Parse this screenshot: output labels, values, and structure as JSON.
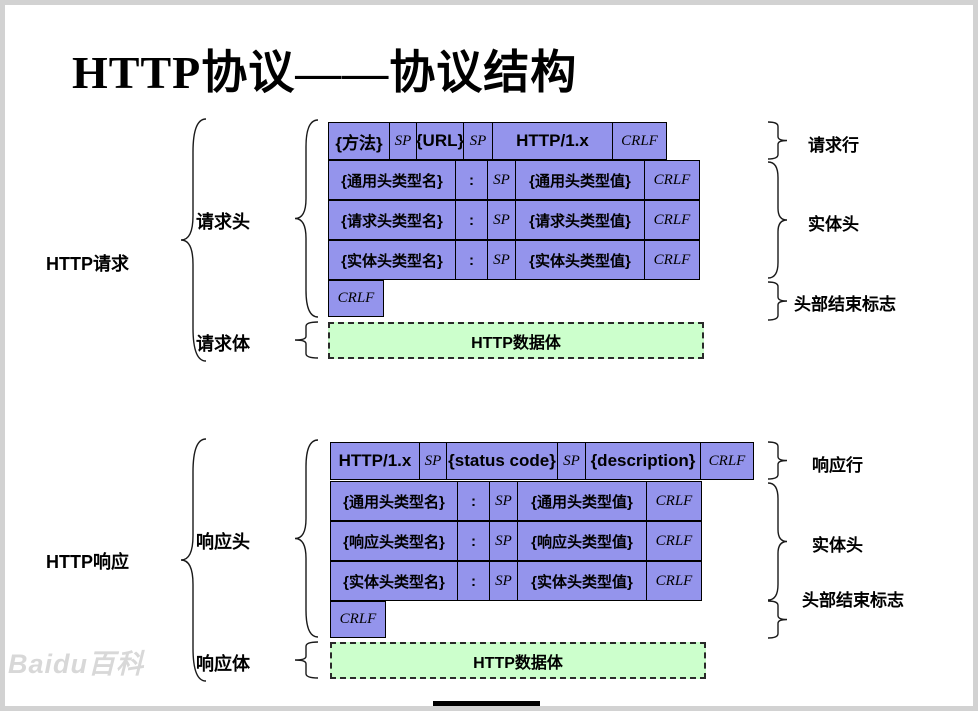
{
  "title": "HTTP协议——协议结构",
  "watermark": "Baidu百科",
  "colors": {
    "cell_fill": "#9494ec",
    "data_body_fill": "#ccffcc"
  },
  "request": {
    "section_label": "HTTP请求",
    "header_group_label": "请求头",
    "body_group_label": "请求体",
    "start_line": [
      "{方法}",
      "SP",
      "{URL}",
      "SP",
      "HTTP/1.x",
      "CRLF"
    ],
    "header_rows": [
      [
        "{通用头类型名}",
        ":",
        "SP",
        "{通用头类型值}",
        "CRLF"
      ],
      [
        "{请求头类型名}",
        ":",
        "SP",
        "{请求头类型值}",
        "CRLF"
      ],
      [
        "{实体头类型名}",
        ":",
        "SP",
        "{实体头类型值}",
        "CRLF"
      ]
    ],
    "end_marker": "CRLF",
    "body_text": "HTTP数据体",
    "right_labels": {
      "start_line": "请求行",
      "headers": "实体头",
      "end_marker": "头部结束标志"
    }
  },
  "response": {
    "section_label": "HTTP响应",
    "header_group_label": "响应头",
    "body_group_label": "响应体",
    "start_line": [
      "HTTP/1.x",
      "SP",
      "{status code}",
      "SP",
      "{description}",
      "CRLF"
    ],
    "header_rows": [
      [
        "{通用头类型名}",
        ":",
        "SP",
        "{通用头类型值}",
        "CRLF"
      ],
      [
        "{响应头类型名}",
        ":",
        "SP",
        "{响应头类型值}",
        "CRLF"
      ],
      [
        "{实体头类型名}",
        ":",
        "SP",
        "{实体头类型值}",
        "CRLF"
      ]
    ],
    "end_marker": "CRLF",
    "body_text": "HTTP数据体",
    "right_labels": {
      "start_line": "响应行",
      "headers": "实体头",
      "end_marker": "头部结束标志"
    }
  }
}
